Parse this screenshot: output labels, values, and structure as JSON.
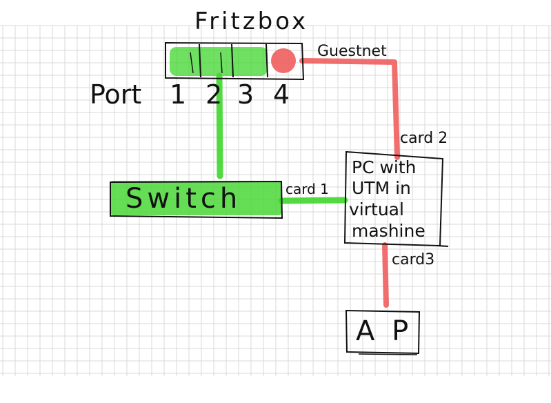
{
  "colors": {
    "grid_line": "#d9d9d9",
    "ink": "#111111",
    "lan_green": "#3fd62c",
    "guest_red": "#ee5555"
  },
  "labels": {
    "title": "Fritzbox",
    "port_label": "Port",
    "port_numbers": [
      "1",
      "2",
      "3",
      "4"
    ],
    "guestnet": "Guestnet",
    "switch": "Switch",
    "card1": "card 1",
    "card2": "card 2",
    "card3": "card3",
    "pc_lines": [
      "PC with",
      "UTM in",
      "virtual",
      "mashine"
    ],
    "ap": "A P"
  },
  "connections": [
    {
      "from": "fritzbox-port-2",
      "to": "switch",
      "color": "lan_green"
    },
    {
      "from": "switch",
      "to": "pc-card1",
      "color": "lan_green"
    },
    {
      "from": "fritzbox-port-4",
      "to": "pc-card2",
      "label": "Guestnet",
      "color": "guest_red"
    },
    {
      "from": "pc-card3",
      "to": "ap",
      "color": "guest_red"
    }
  ]
}
